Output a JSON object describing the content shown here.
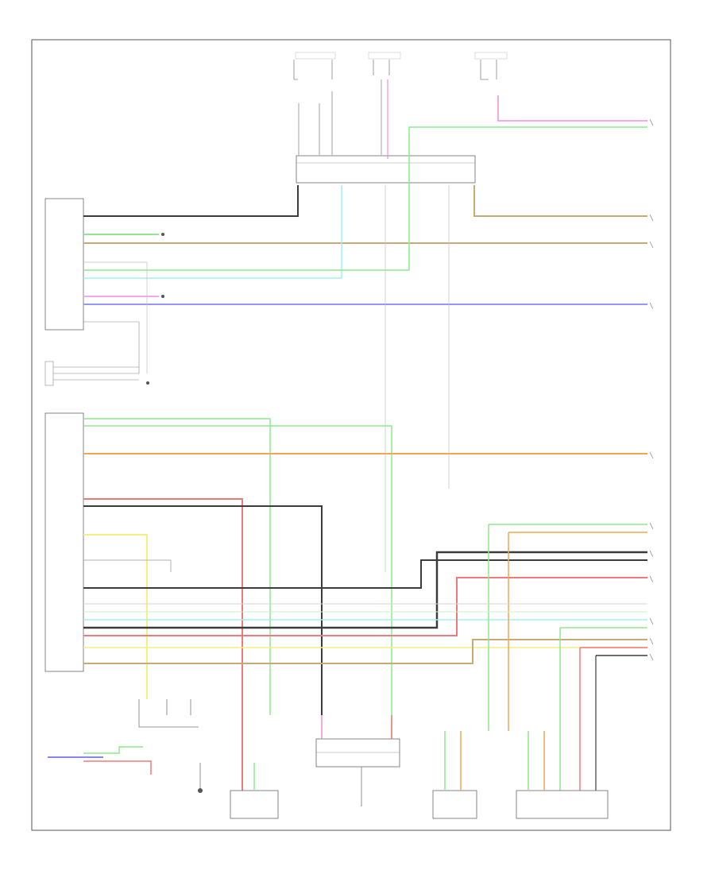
{
  "diagram": {
    "code": "",
    "components": [
      {
        "id": "navigation-unit",
        "label": ""
      },
      {
        "id": "center-connector-block",
        "label": ""
      },
      {
        "id": "ecu-main",
        "label": ""
      },
      {
        "id": "steering-switch",
        "label": ""
      },
      {
        "id": "antenna-amplifier",
        "label": ""
      },
      {
        "id": "front-speaker-left",
        "label": ""
      },
      {
        "id": "rear-speaker-right",
        "label": ""
      },
      {
        "id": "junction-block",
        "label": ""
      }
    ],
    "wire_colors": {
      "black": "#3c3c3c",
      "green": "#8ee88e",
      "tan": "#c8aa78",
      "light-blue": "#9ff0f0",
      "violet": "#f7a8f2",
      "blue": "#9696f8",
      "orange": "#f4a64e",
      "red": "#f07a7a",
      "yellow": "#f4f080",
      "gray": "#b0b0b0",
      "pink": "#f38ed8"
    }
  }
}
